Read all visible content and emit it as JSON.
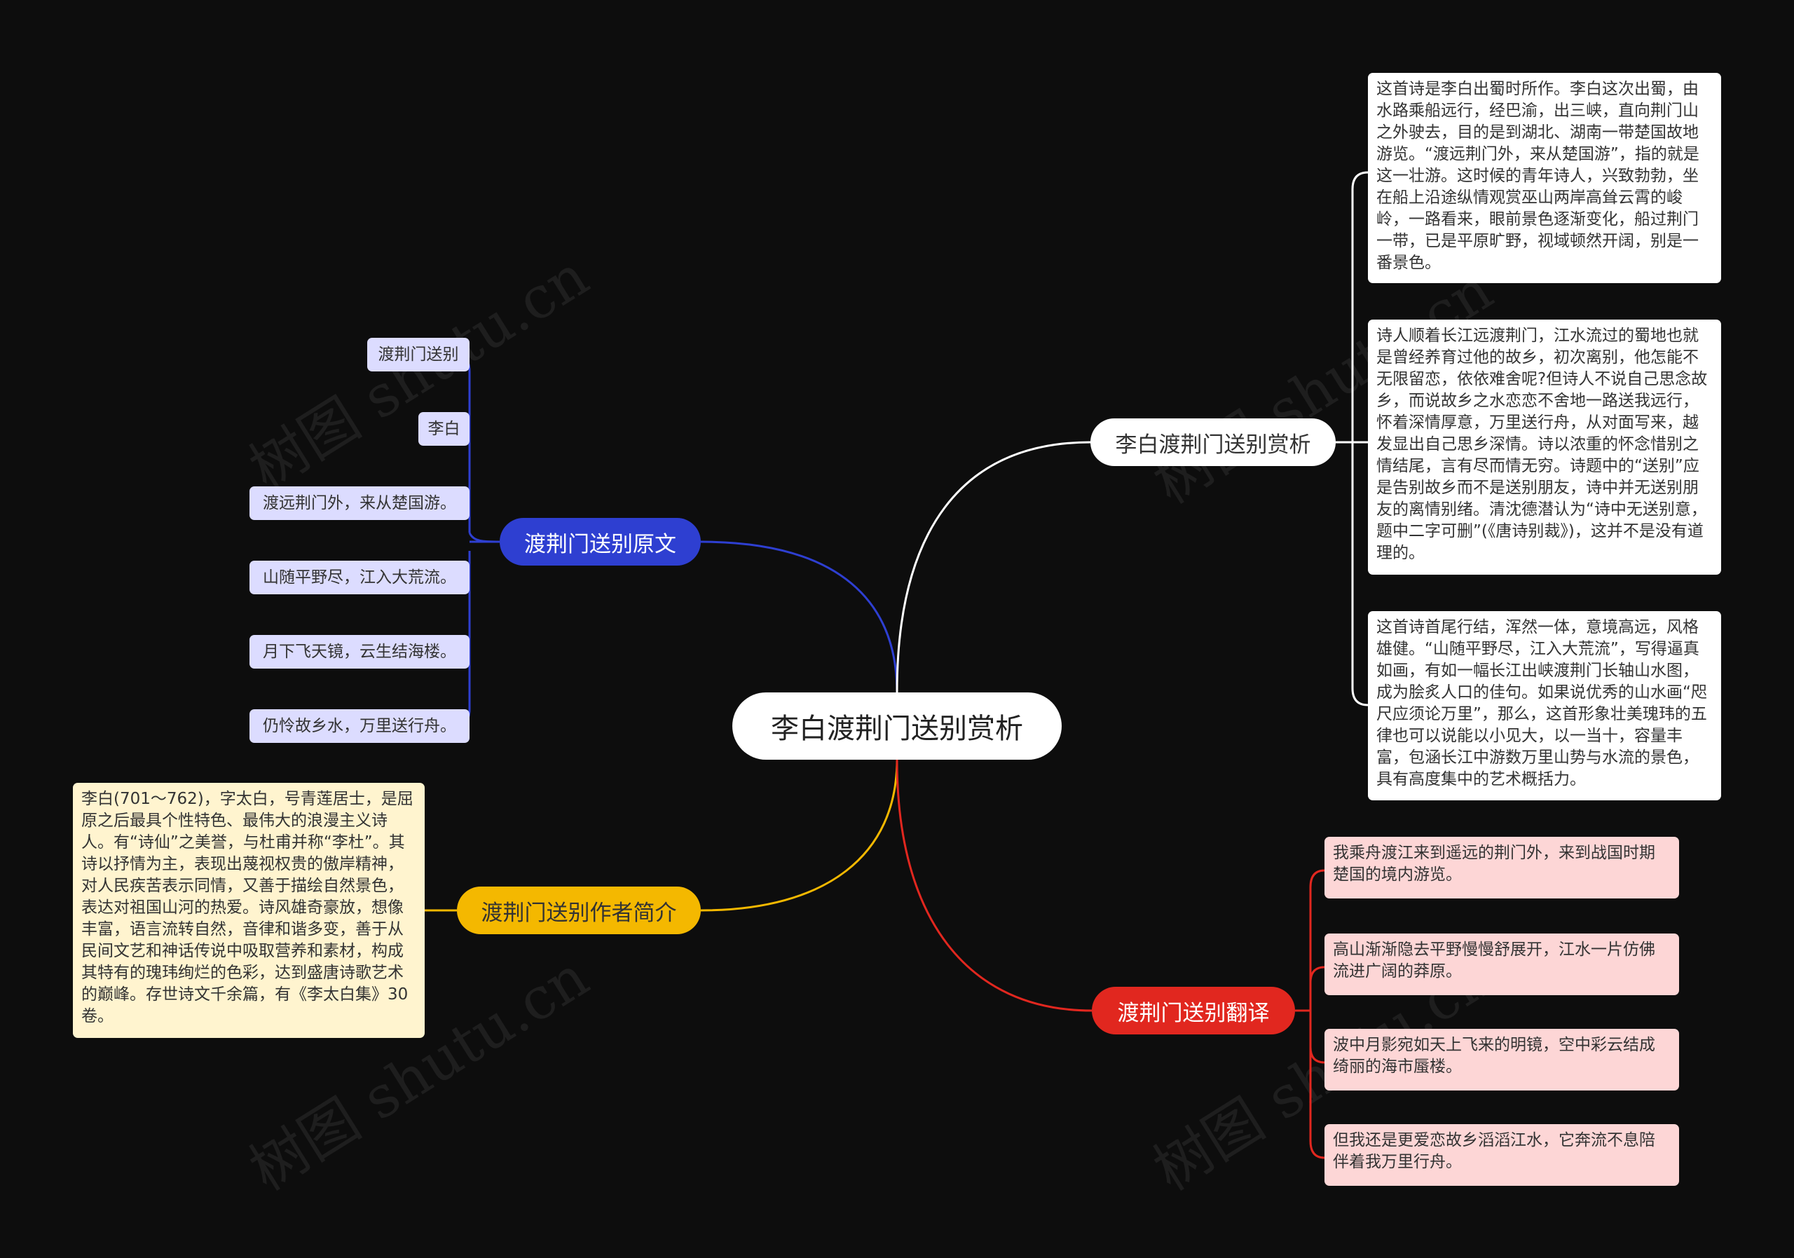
{
  "center": {
    "text": "李白渡荆门送别赏析"
  },
  "branches": {
    "original": {
      "label": "渡荆门送别原文",
      "items": [
        "渡荆门送别",
        "李白",
        "渡远荆门外，来从楚国游。",
        "山随平野尽，江入大荒流。",
        "月下飞天镜，云生结海楼。",
        "仍怜故乡水，万里送行舟。"
      ]
    },
    "author": {
      "label": "渡荆门送别作者简介",
      "text": "李白(701～762)，字太白，号青莲居士，是屈原之后最具个性特色、最伟大的浪漫主义诗人。有“诗仙”之美誉，与杜甫并称“李杜”。其诗以抒情为主，表现出蔑视权贵的傲岸精神，对人民疾苦表示同情，又善于描绘自然景色，表达对祖国山河的热爱。诗风雄奇豪放，想像丰富，语言流转自然，音律和谐多变，善于从民间文艺和神话传说中吸取营养和素材，构成其特有的瑰玮绚烂的色彩，达到盛唐诗歌艺术的巅峰。存世诗文千余篇，有《李太白集》30卷。"
    },
    "analysis": {
      "label": "李白渡荆门送别赏析",
      "items": [
        "这首诗是李白出蜀时所作。李白这次出蜀，由水路乘船远行，经巴渝，出三峡，直向荆门山之外驶去，目的是到湖北、湖南一带楚国故地游览。“渡远荆门外，来从楚国游”，指的就是这一壮游。这时候的青年诗人，兴致勃勃，坐在船上沿途纵情观赏巫山两岸高耸云霄的峻岭，一路看来，眼前景色逐渐变化，船过荆门一带，已是平原旷野，视域顿然开阔，别是一番景色。",
        "诗人顺着长江远渡荆门，江水流过的蜀地也就是曾经养育过他的故乡，初次离别，他怎能不无限留恋，依依难舍呢?但诗人不说自己思念故乡，而说故乡之水恋恋不舍地一路送我远行，怀着深情厚意，万里送行舟，从对面写来，越发显出自己思乡深情。诗以浓重的怀念惜别之情结尾，言有尽而情无穷。诗题中的“送别”应是告别故乡而不是送别朋友，诗中并无送别朋友的离情别绪。清沈德潜认为“诗中无送别意，题中二字可删”(《唐诗别裁》)，这并不是没有道理的。",
        "这首诗首尾行结，浑然一体，意境高远，风格雄健。“山随平野尽，江入大荒流”，写得逼真如画，有如一幅长江出峡渡荆门长轴山水图，成为脍炙人口的佳句。如果说优秀的山水画“咫尺应须论万里”，那么，这首形象壮美瑰玮的五律也可以说能以小见大，以一当十，容量丰富，包涵长江中游数万里山势与水流的景色，具有高度集中的艺术概括力。"
      ]
    },
    "translation": {
      "label": "渡荆门送别翻译",
      "items": [
        "我乘舟渡江来到遥远的荆门外，来到战国时期楚国的境内游览。",
        "高山渐渐隐去平野慢慢舒展开，江水一片仿佛流进广阔的莽原。",
        "波中月影宛如天上飞来的明镜，空中彩云结成绮丽的海市蜃楼。",
        "但我还是更爱恋故乡滔滔江水，它奔流不息陪伴着我万里行舟。"
      ]
    }
  },
  "watermark": "树图 shutu.cn",
  "colors": {
    "background": "#0d0d0d",
    "blue": "#2e3fd1",
    "yellow": "#f4b800",
    "white": "#ffffff",
    "red": "#e1271f"
  }
}
